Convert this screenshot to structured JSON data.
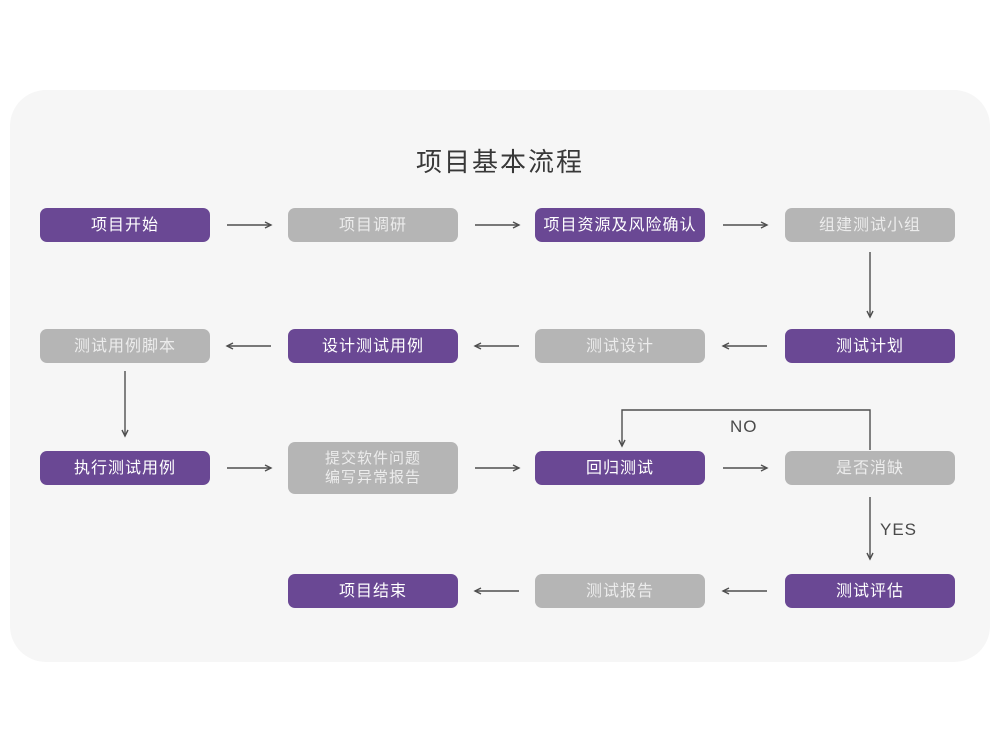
{
  "title": "项目基本流程",
  "colors": {
    "page_bg": "#ffffff",
    "card_bg": "#f6f6f6",
    "node_purple": "#6a4894",
    "node_gray": "#b5b5b5",
    "node_text_purple": "#ffffff",
    "node_text_gray": "#ececec",
    "arrow": "#4f4f4f",
    "title_text": "#383838"
  },
  "nodes": [
    {
      "label": "项目开始",
      "style": "purple"
    },
    {
      "label": "项目调研",
      "style": "gray"
    },
    {
      "label": "项目资源及风险确认",
      "style": "purple"
    },
    {
      "label": "组建测试小组",
      "style": "gray"
    },
    {
      "label": "测试计划",
      "style": "purple"
    },
    {
      "label": "测试设计",
      "style": "gray"
    },
    {
      "label": "设计测试用例",
      "style": "purple"
    },
    {
      "label": "测试用例脚本",
      "style": "gray"
    },
    {
      "label": "执行测试用例",
      "style": "purple"
    },
    {
      "label_line1": "提交软件问题",
      "label_line2": "编写异常报告",
      "style": "gray"
    },
    {
      "label": "回归测试",
      "style": "purple"
    },
    {
      "label": "是否消缺",
      "style": "gray"
    },
    {
      "label": "测试评估",
      "style": "purple"
    },
    {
      "label": "测试报告",
      "style": "gray"
    },
    {
      "label": "项目结束",
      "style": "purple"
    }
  ],
  "decision_labels": {
    "no": "NO",
    "yes": "YES"
  }
}
